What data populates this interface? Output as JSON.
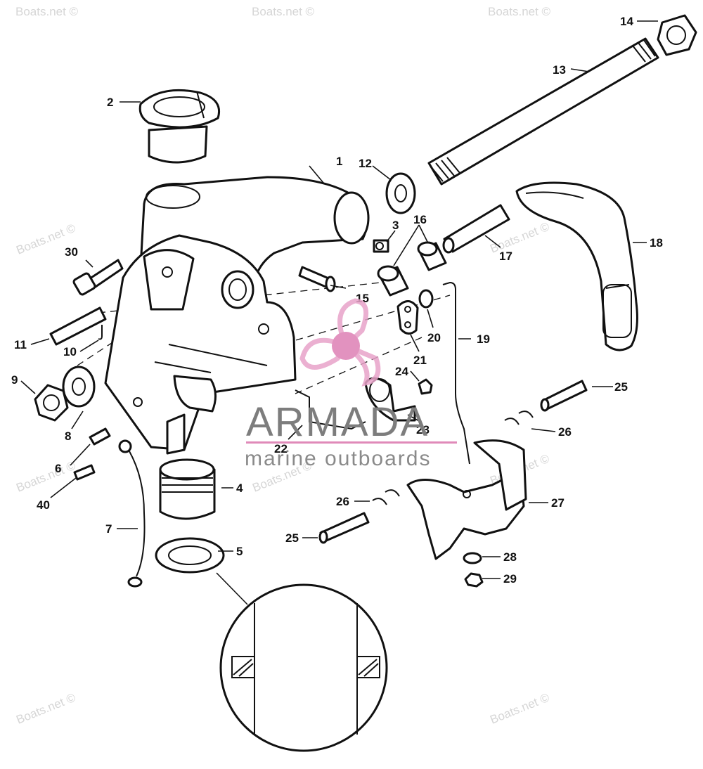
{
  "diagram": {
    "callouts": [
      {
        "id": "c1",
        "label": "1"
      },
      {
        "id": "c2",
        "label": "2"
      },
      {
        "id": "c3",
        "label": "3"
      },
      {
        "id": "c4",
        "label": "4"
      },
      {
        "id": "c5",
        "label": "5"
      },
      {
        "id": "c6",
        "label": "6"
      },
      {
        "id": "c7",
        "label": "7"
      },
      {
        "id": "c8",
        "label": "8"
      },
      {
        "id": "c9",
        "label": "9"
      },
      {
        "id": "c10",
        "label": "10"
      },
      {
        "id": "c11",
        "label": "11"
      },
      {
        "id": "c12",
        "label": "12"
      },
      {
        "id": "c13",
        "label": "13"
      },
      {
        "id": "c14",
        "label": "14"
      },
      {
        "id": "c15",
        "label": "15"
      },
      {
        "id": "c16",
        "label": "16"
      },
      {
        "id": "c17",
        "label": "17"
      },
      {
        "id": "c18",
        "label": "18"
      },
      {
        "id": "c19",
        "label": "19"
      },
      {
        "id": "c20",
        "label": "20"
      },
      {
        "id": "c21",
        "label": "21"
      },
      {
        "id": "c22",
        "label": "22"
      },
      {
        "id": "c23",
        "label": "23"
      },
      {
        "id": "c24",
        "label": "24"
      },
      {
        "id": "c25a",
        "label": "25"
      },
      {
        "id": "c25b",
        "label": "25"
      },
      {
        "id": "c26a",
        "label": "26"
      },
      {
        "id": "c26b",
        "label": "26"
      },
      {
        "id": "c27",
        "label": "27"
      },
      {
        "id": "c28",
        "label": "28"
      },
      {
        "id": "c29",
        "label": "29"
      },
      {
        "id": "c30",
        "label": "30"
      },
      {
        "id": "c40",
        "label": "40"
      }
    ]
  },
  "watermark": {
    "text": "Boats.net ©"
  },
  "logo": {
    "title": "ARMADA",
    "subtitle": "marine outboards",
    "colors": {
      "propeller": "#e8a3c9",
      "hub": "#de7fb4",
      "text": "#7d7d7d",
      "rule": "#e08ab9"
    }
  },
  "colors": {
    "line": "#111111",
    "background": "#ffffff",
    "watermark": "#d6d6d6"
  }
}
